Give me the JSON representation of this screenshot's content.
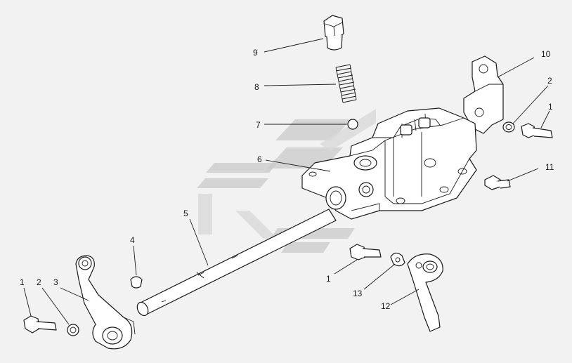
{
  "diagram": {
    "labels": {
      "l1a": "1",
      "l2a": "2",
      "l3": "3",
      "l4": "4",
      "l5": "5",
      "l6": "6",
      "l7": "7",
      "l8": "8",
      "l9": "9",
      "l10": "10",
      "l2b": "2",
      "l1b": "1",
      "l11": "11",
      "l1c": "1",
      "l13": "13",
      "l12": "12"
    },
    "colors": {
      "background": "#f2f2f2",
      "line": "#1a1a1a",
      "watermark": "#c9c9c9"
    }
  }
}
